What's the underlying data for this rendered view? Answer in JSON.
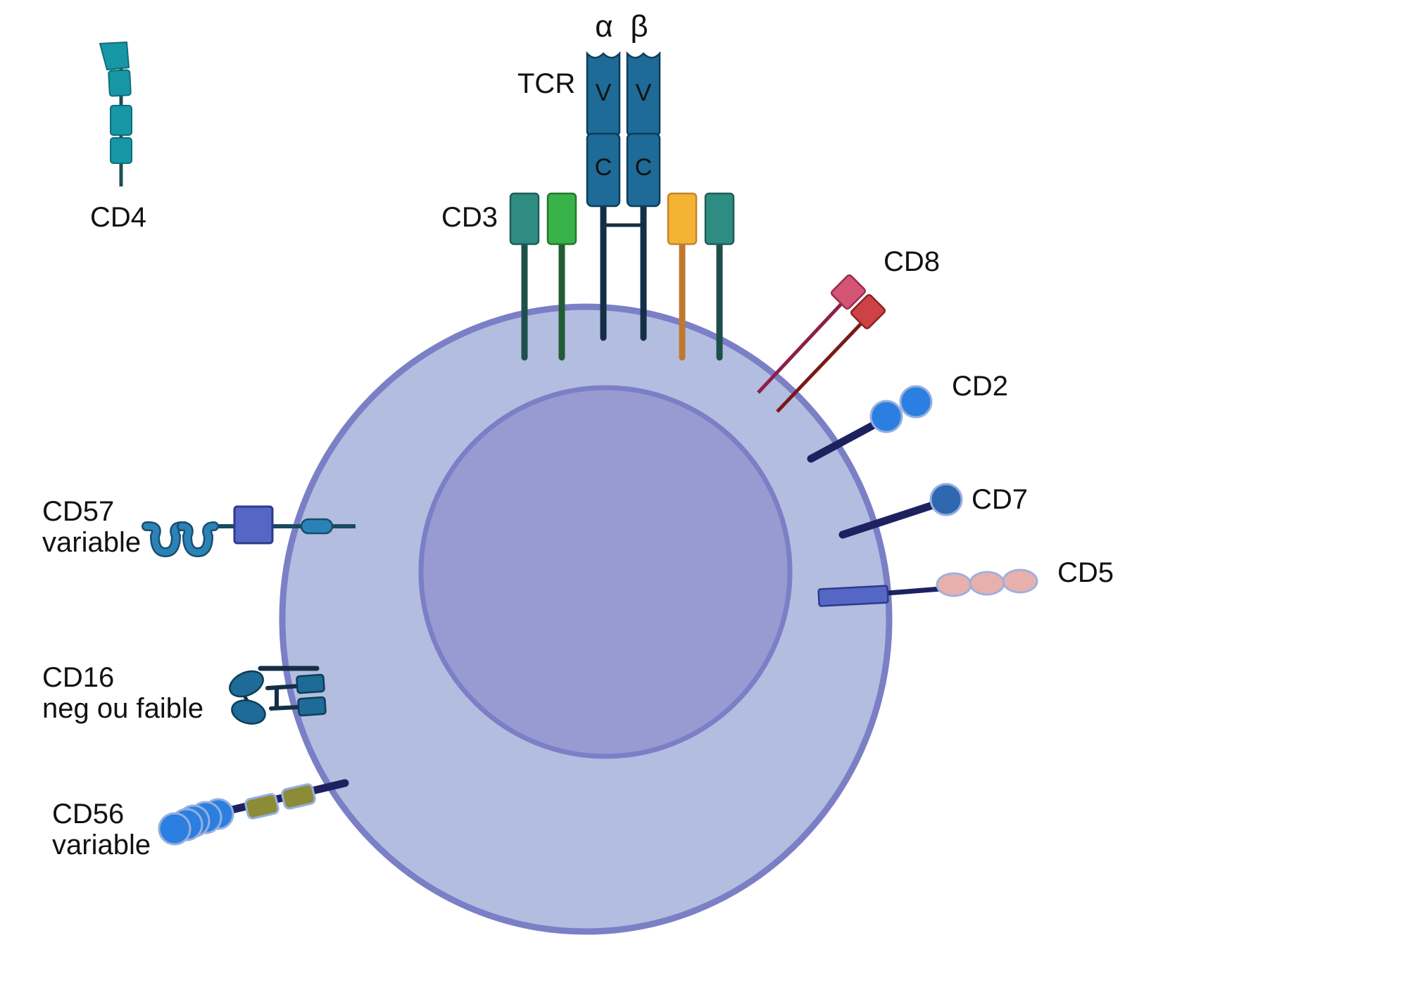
{
  "labels": {
    "cd4": "CD4",
    "tcr": "TCR",
    "alpha": "α",
    "beta": "β",
    "v_alpha": "V",
    "v_beta": "V",
    "c_alpha": "C",
    "c_beta": "C",
    "cd3": "CD3",
    "cd8": "CD8",
    "cd2": "CD2",
    "cd7": "CD7",
    "cd5": "CD5",
    "cd57_line1": "CD57",
    "cd57_line2": "variable",
    "cd16_line1": "CD16",
    "cd16_line2": "neg ou faible",
    "cd56_line1": "CD56",
    "cd56_line2": "variable"
  },
  "colors": {
    "cell_fill": "#b3bde0",
    "cell_border": "#7b7fc6",
    "nucleus_fill": "#989ad2",
    "tcr_chain": "#1d6b96",
    "cd4": "#1797a6",
    "cd3_teal": "#2f8c83",
    "cd3_green": "#39b24a",
    "cd3_orange": "#f5b335",
    "cd8_pink": "#d45475",
    "cd8_red": "#cc4245",
    "cd2_blue": "#2b7fe0",
    "cd7_blue": "#2f68b0",
    "cd5_pink": "#e8b0aa",
    "cd56_olive": "#8c8b36",
    "stalk_navy": "#1e2160"
  }
}
